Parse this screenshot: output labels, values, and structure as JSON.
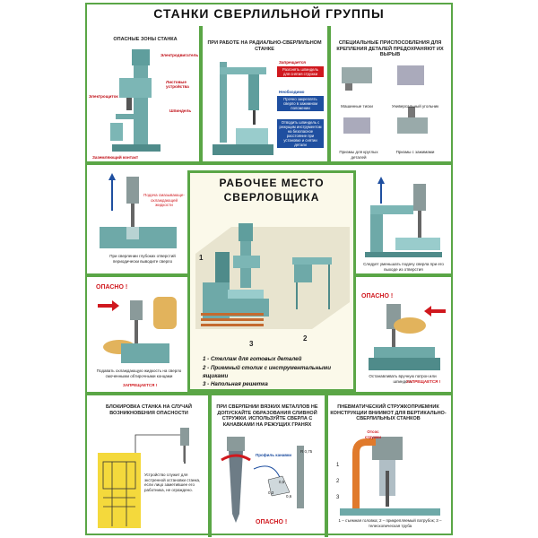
{
  "title": "СТАНКИ СВЕРЛИЛЬНОЙ ГРУППЫ",
  "panels": {
    "danger_zones": {
      "caption": "ОПАСНЫЕ ЗОНЫ СТАНКА",
      "labels": [
        "Электродвигатель",
        "Листовые устройства",
        "Электрощиток",
        "Шпиндель",
        "Заземляющий контакт"
      ]
    },
    "radial_drill": {
      "caption": "ПРИ РАБОТЕ НА РАДИАЛЬНО-СВЕРЛИЛЬНОМ СТАНКЕ",
      "forbidden_label": "Запрещается",
      "forbidden_text": "Разгонять шпиндель для снятия стружки",
      "required_label": "Необходимо",
      "required_text_1": "Прочно закреплять сверло в зажимном положении",
      "required_text_2": "Отводить шпиндель с режущим инструментом на безопасное расстояние при установке и снятии детали"
    },
    "fixtures": {
      "caption": "СПЕЦИАЛЬНЫЕ ПРИСПОСОБЛЕНИЯ ДЛЯ КРЕПЛЕНИЯ ДЕТАЛЕЙ ПРЕДОХРАНЯЮТ ИХ ВЫРЫВ",
      "items": [
        "Машинные тиски",
        "Универсальный угольник",
        "Призмы для круглых деталей",
        "Призмы с зажимами"
      ]
    },
    "coolant": {
      "label": "Подача смазывающе-охлаждающей жидкости",
      "caption": "При сверлении глубоких отверстий периодически выводите сверло"
    },
    "feed": {
      "caption": "Следует уменьшать подачу сверла при его выходе из отверстия"
    },
    "danger_left": {
      "warning": "ОПАСНО !",
      "caption": "Подавать охлаждающую жидкость на сверло смоченными обтирочными концами",
      "forbidden": "ЗАПРЕЩАЕТСЯ !"
    },
    "danger_right": {
      "warning": "ОПАСНО !",
      "caption": "Останавливать вручную патрон или шпиндель",
      "forbidden": "ЗАПРЕЩАЕТСЯ !"
    },
    "blocking": {
      "caption": "БЛОКИРОВКА СТАНКА НА СЛУЧАЙ ВОЗНИКНОВЕНИЯ ОПАСНОСТИ",
      "text": "Устройство служит для экстренной остановки станка, если лицо заметившее его работника, не ограждено."
    },
    "viscous": {
      "caption": "ПРИ СВЕРЛЕНИИ ВЯЗКИХ МЕТАЛЛОВ НЕ ДОПУСКАЙТЕ ОБРАЗОВАНИЯ СЛИВНОЙ СТРУЖКИ. ИСПОЛЬЗУЙТЕ СВЕРЛА С КАНАВКАМИ НА РЕЖУЩИХ ГРАНЯХ",
      "profile_label": "Профиль канавки",
      "warning": "ОПАСНО !",
      "dims": [
        "R 0,75",
        "0,5",
        "0,3",
        "0,6"
      ]
    },
    "pneumatic": {
      "caption": "ПНЕВМАТИЧЕСКИЙ СТРУЖКОПРИЕМНИК КОНСТРУКЦИИ ВНИИМОТ ДЛЯ ВЕРТИКАЛЬНО-СВЕРЛИЛЬНЫХ СТАНКОВ",
      "suction_label": "Отсос стружки",
      "legend": "1 – съемная головка; 2 – прикрепляемый патрубок; 3 – телескопическая труба",
      "numbers": [
        "1",
        "2",
        "3"
      ]
    }
  },
  "workplace": {
    "title_line1": "РАБОЧЕЕ МЕСТО",
    "title_line2": "СВЕРЛОВЩИКА",
    "numbers": [
      "1",
      "2",
      "3"
    ],
    "legend": [
      "1 - Стеллаж для готовых деталей",
      "2 - Приемный столик с инструментальными ящиками",
      "3 - Напольная решетка"
    ]
  },
  "colors": {
    "border": "#5aa646",
    "machine": "#6ea9a8",
    "warning": "#d0181e",
    "note_box": "#1f4fa0",
    "center_bg": "#fbf9ea"
  }
}
